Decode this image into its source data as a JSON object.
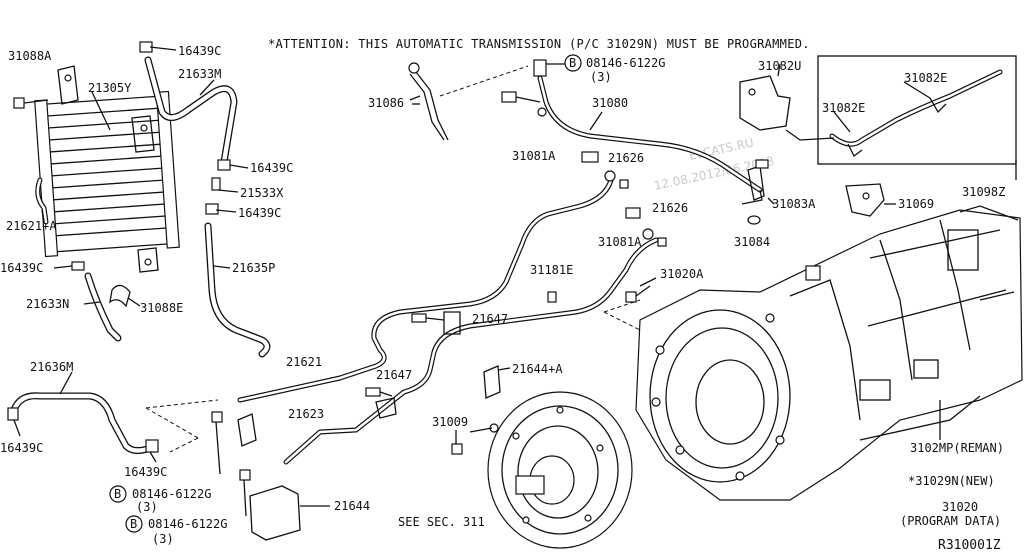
{
  "attention": "*ATTENTION: THIS AUTOMATIC TRANSMISSION (P/C 31029N) MUST BE PROGRAMMED.",
  "diagram_code": "R310001Z",
  "watermark": [
    "ELCATS.RU",
    "12.08.2012/06.2013"
  ],
  "circle_b": "B",
  "labels": {
    "l31088A": "31088A",
    "l21305Y": "21305Y",
    "l16439C_top": "16439C",
    "l21633M": "21633M",
    "l16439C_mid": "16439C",
    "l21533X": "21533X",
    "l16439C_mid2": "16439C",
    "l21621A": "21621+A",
    "l16439C_left": "16439C",
    "l21635P": "21635P",
    "l21633N": "21633N",
    "l31088E": "31088E",
    "l21636M": "21636M",
    "l16439C_bl": "16439C",
    "l16439C_bm": "16439C",
    "l31086": "31086",
    "bolt1_pn": "08146-6122G",
    "bolt1_qty": "(3)",
    "l31080": "31080",
    "l31081A_1": "31081A",
    "l21626_1": "21626",
    "l21626_2": "21626",
    "l31081A_2": "31081A",
    "l31181E": "31181E",
    "l31020A": "31020A",
    "l21647_1": "21647",
    "l21647_2": "21647",
    "l21621": "21621",
    "l21644A": "21644+A",
    "l21623": "21623",
    "l31009": "31009",
    "bolt2_pn": "08146-6122G",
    "bolt2_qty": "(3)",
    "bolt3_pn": "08146-6122G",
    "bolt3_qty": "(3)",
    "l21644": "21644",
    "see_sec": "SEE SEC. 311",
    "l31082U": "31082U",
    "l31082E_1": "31082E",
    "l31082E_2": "31082E",
    "l31098Z": "31098Z",
    "l31083A": "31083A",
    "l31084": "31084",
    "l31069": "31069",
    "l3102MP": "3102MP(REMAN)",
    "l31029N": "*31029N(NEW)",
    "l31020": "31020",
    "l31020_note": "(PROGRAM DATA)"
  }
}
